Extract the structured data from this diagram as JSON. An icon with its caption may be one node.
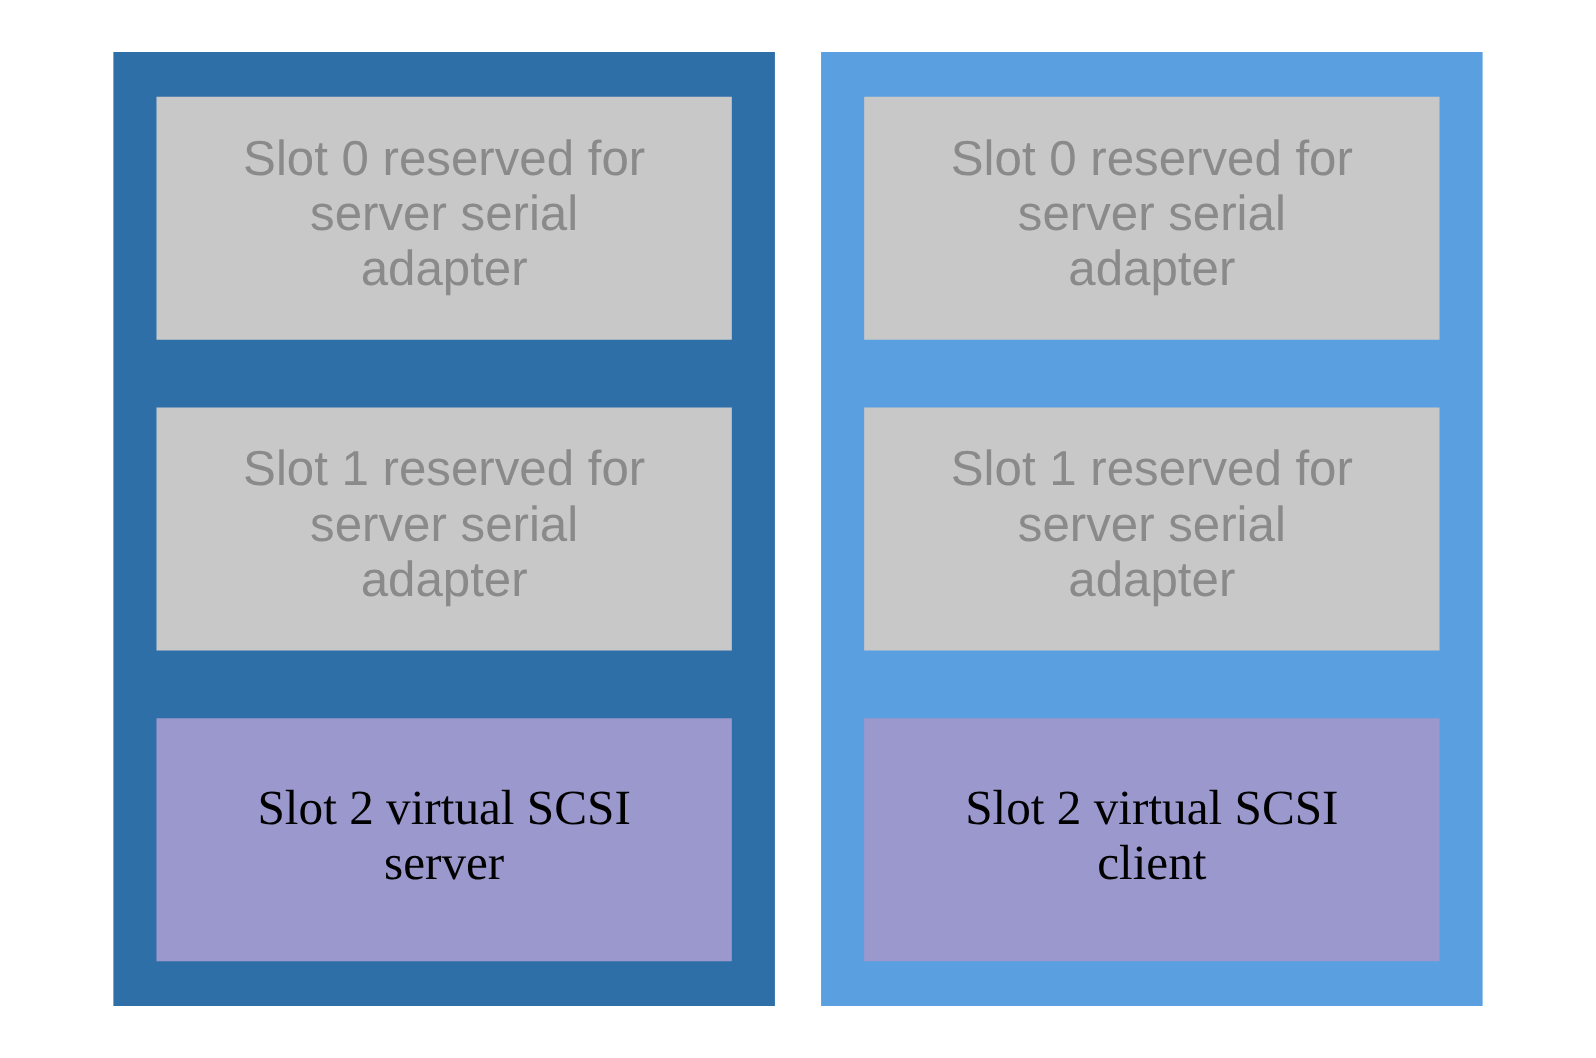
{
  "diagram": {
    "nodes": [
      {
        "text": [],
        "shape": "box"
      },
      {
        "text": [
          "Slot 0 reserved for server serial adapter"
        ],
        "in": 0
      },
      {
        "text": [
          "Slot 1 reserved for server serial adapter"
        ],
        "in": 0
      },
      {
        "text": [
          "Slot 2 virtual SCSI server"
        ],
        "in": 0
      },
      {
        "text": [],
        "shape": "box"
      },
      {
        "text": [
          "Slot 0 reserved for server serial adapter"
        ],
        "in": 4
      },
      {
        "text": [
          "Slot 1 reserved for server serial adapter"
        ],
        "in": 4
      },
      {
        "text": [
          "Slot 2 virtual SCSI client"
        ],
        "in": 4
      }
    ],
    "edges": []
  }
}
